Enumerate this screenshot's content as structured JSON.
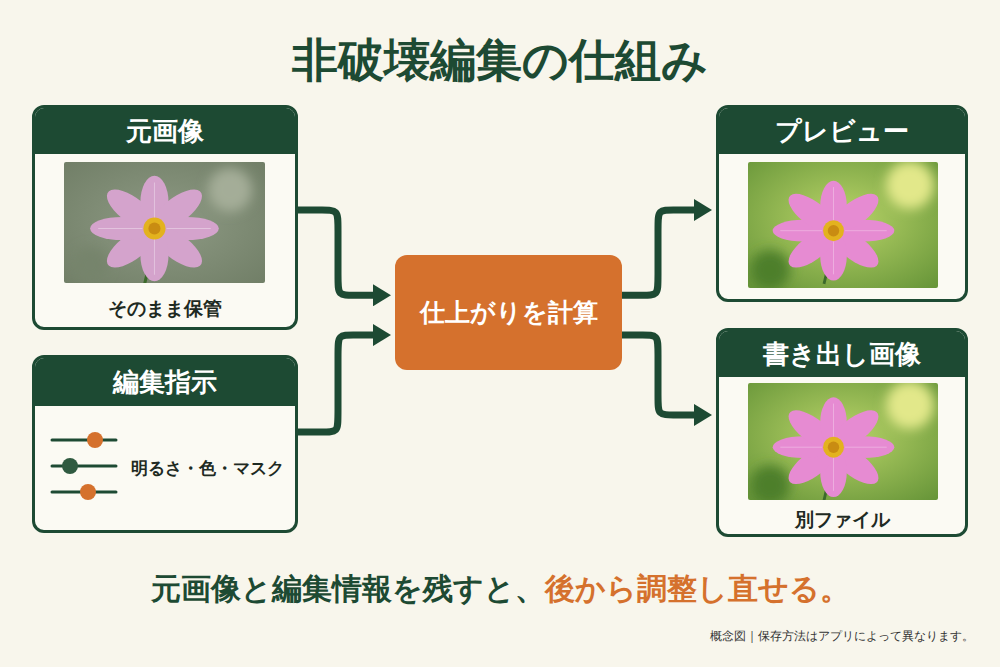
{
  "diagram": {
    "title": "非破壊編集の仕組み",
    "caption": "元画像と編集情報を残すと、",
    "nodes": [
      {
        "text": [
          "元画像",
          "そのまま保管"
        ]
      },
      {
        "text": [
          "編集指示",
          "明るさ・色・マスク"
        ]
      },
      {
        "text": [
          "仕上がりを計算"
        ]
      },
      {
        "text": [
          "プレビュー"
        ]
      },
      {
        "text": [
          "書き出し画像",
          "別ファイル"
        ]
      }
    ],
    "edges": [
      {
        "from": 0,
        "to": 2,
        "arrow": "to"
      },
      {
        "from": 1,
        "to": 2,
        "arrow": "to"
      },
      {
        "from": 2,
        "to": 3,
        "arrow": "to"
      },
      {
        "from": 2,
        "to": 4,
        "arrow": "to"
      }
    ],
    "labels": [
      "後から調整し直せる。",
      "概念図｜保存方法はアプリによって異なります。"
    ]
  }
}
